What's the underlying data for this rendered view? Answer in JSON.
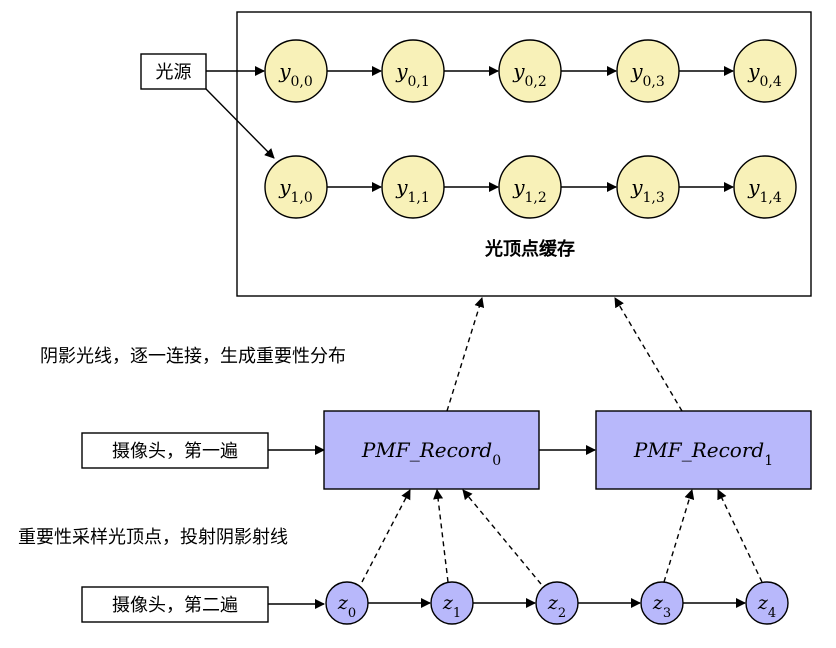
{
  "diagram": {
    "light_cache_label": "光顶点缓存",
    "light_source_label": "光源",
    "shadow_rays_label": "阴影光线，逐一连接，生成重要性分布",
    "camera_first_pass_label": "摄像头，第一遍",
    "camera_second_pass_label": "摄像头，第二遍",
    "sampling_label": "重要性采样光顶点，投射阴影射线",
    "light_vertices": [
      [
        {
          "base": "y",
          "sub": "0,0"
        },
        {
          "base": "y",
          "sub": "0,1"
        },
        {
          "base": "y",
          "sub": "0,2"
        },
        {
          "base": "y",
          "sub": "0,3"
        },
        {
          "base": "y",
          "sub": "0,4"
        }
      ],
      [
        {
          "base": "y",
          "sub": "1,0"
        },
        {
          "base": "y",
          "sub": "1,1"
        },
        {
          "base": "y",
          "sub": "1,2"
        },
        {
          "base": "y",
          "sub": "1,3"
        },
        {
          "base": "y",
          "sub": "1,4"
        }
      ]
    ],
    "pmf_records": [
      {
        "base": "PMF_Record",
        "sub": "0"
      },
      {
        "base": "PMF_Record",
        "sub": "1"
      }
    ],
    "camera_vertices": [
      {
        "base": "z",
        "sub": "0"
      },
      {
        "base": "z",
        "sub": "1"
      },
      {
        "base": "z",
        "sub": "2"
      },
      {
        "base": "z",
        "sub": "3"
      },
      {
        "base": "z",
        "sub": "4"
      }
    ],
    "colors": {
      "light_vertex_fill": "#f8f1b8",
      "pmf_fill": "#b8b8fb",
      "camera_vertex_fill": "#b8b8fb",
      "stroke": "#000000"
    }
  }
}
